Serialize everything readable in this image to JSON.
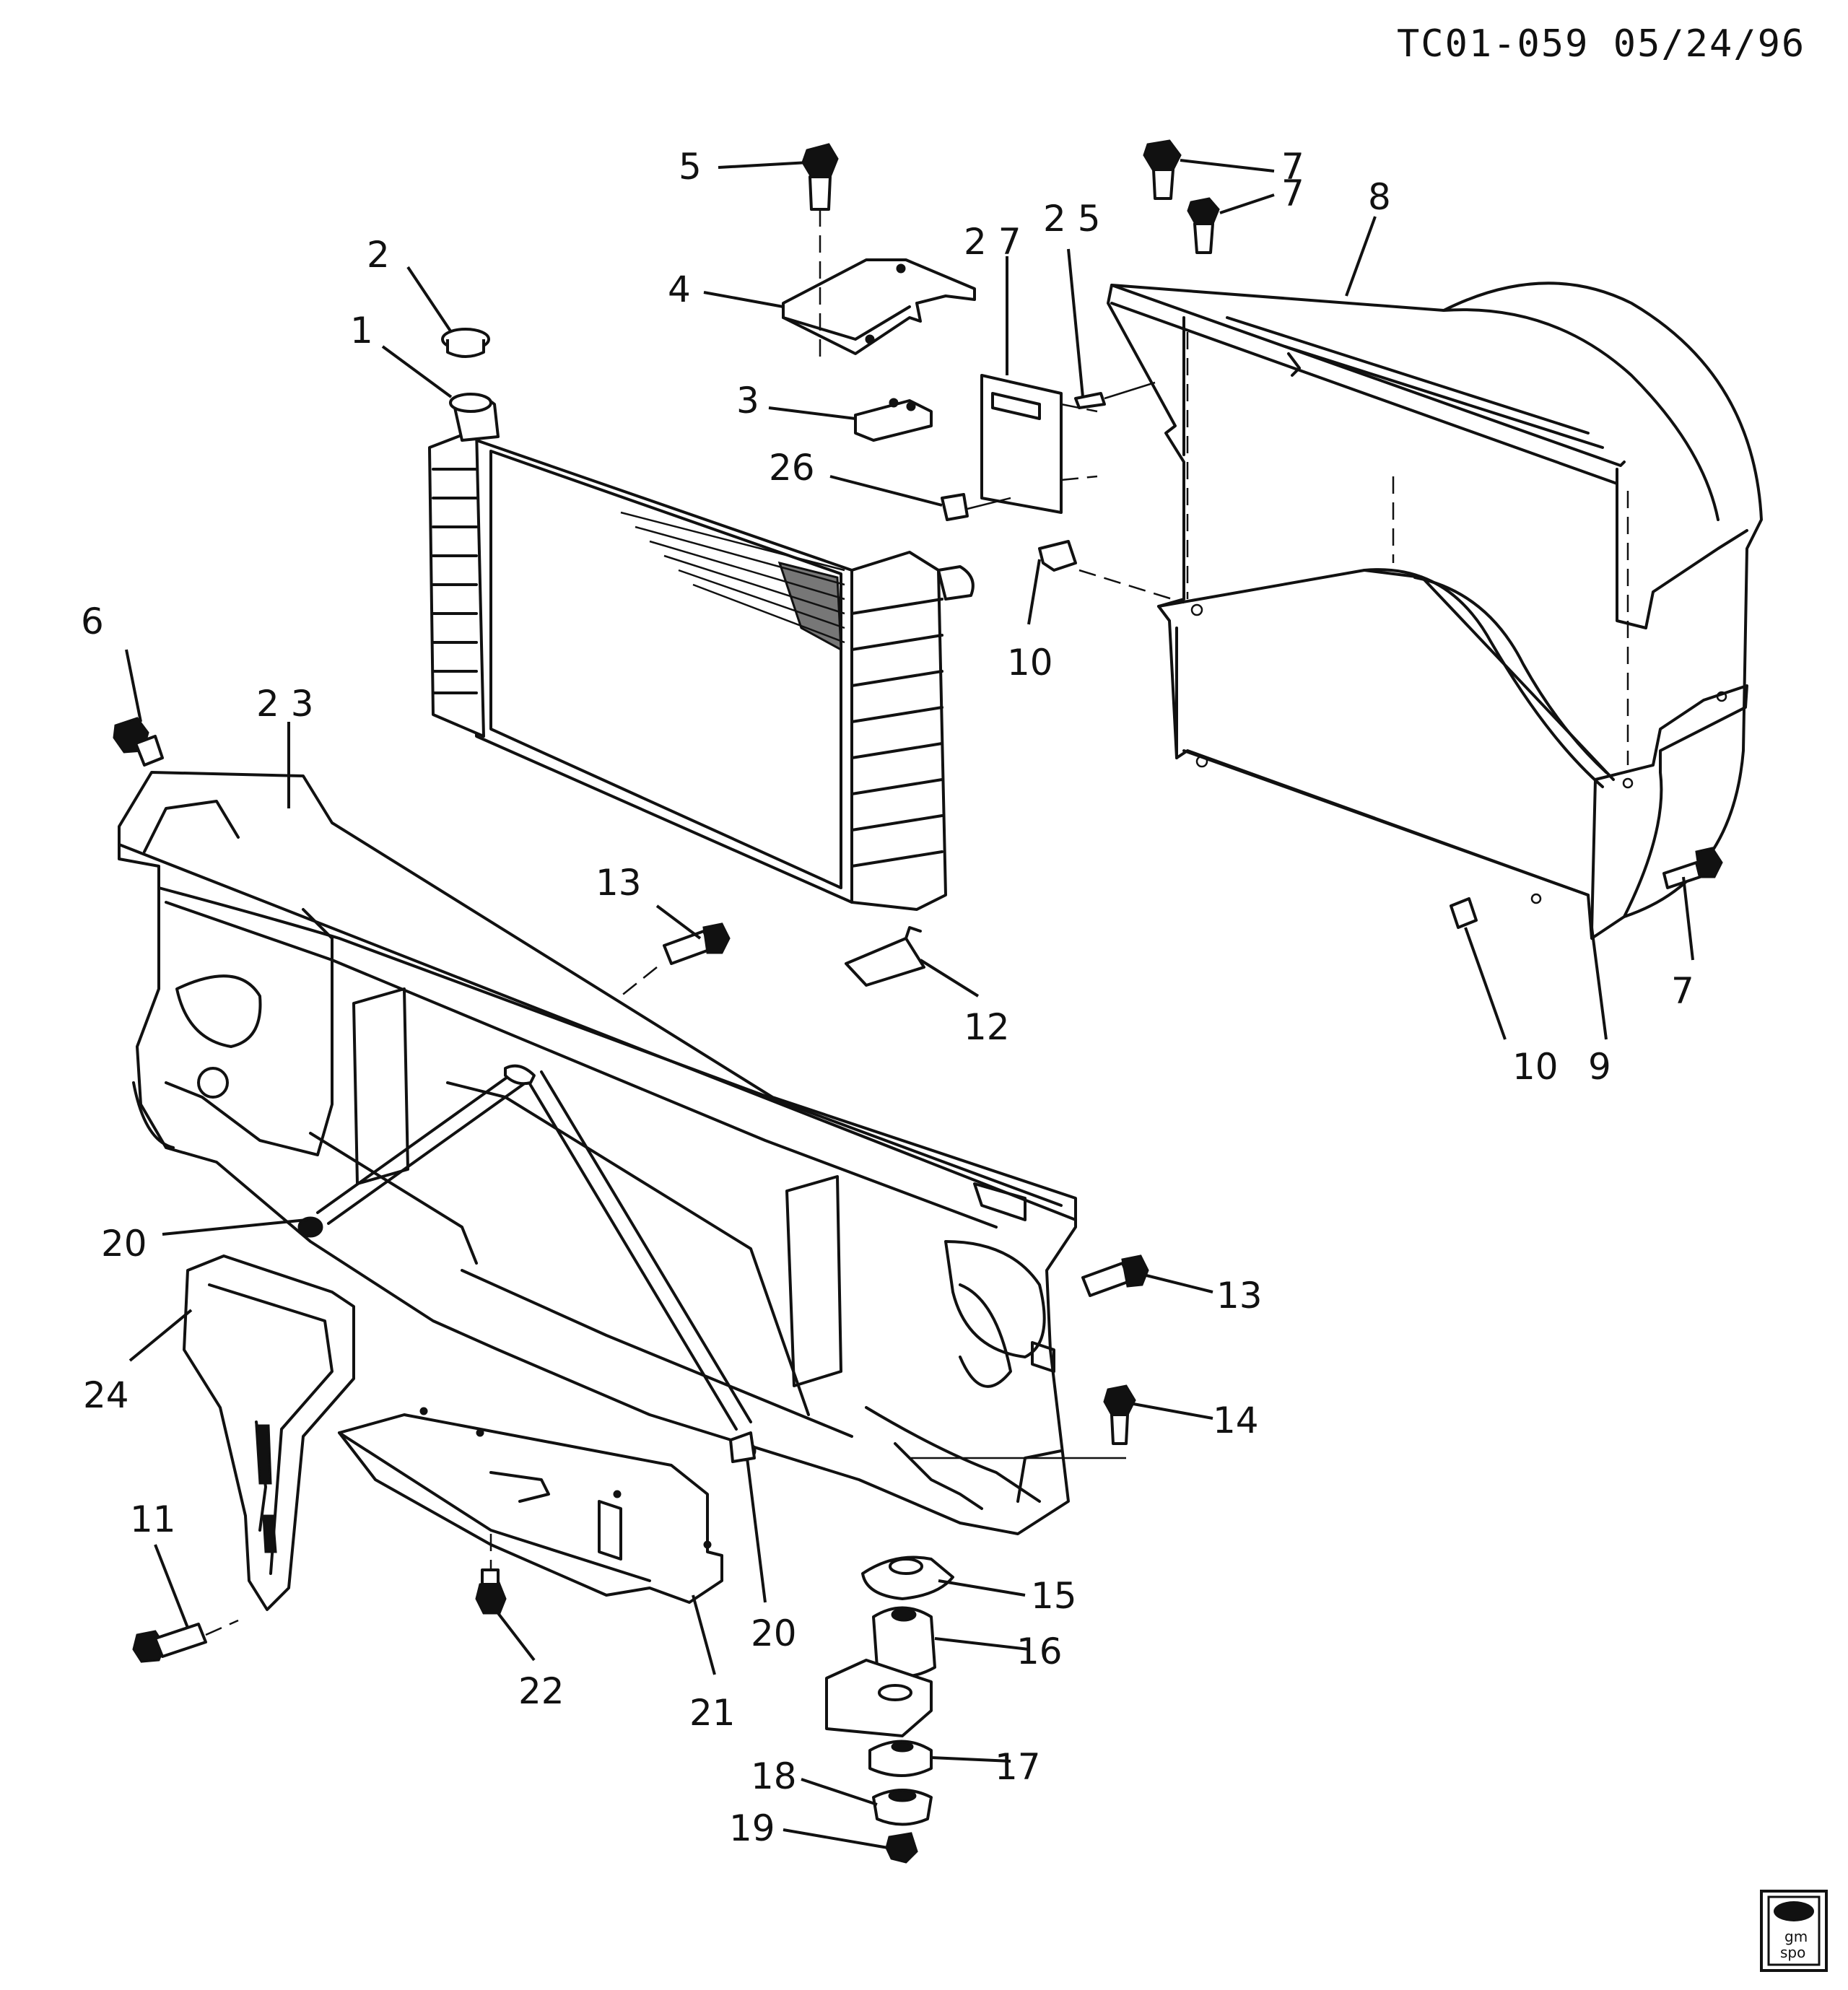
{
  "header": {
    "code": "TC01-059 05/24/96"
  },
  "logo": {
    "line1": "gm",
    "line2": "spo"
  },
  "callouts": [
    {
      "id": "c1",
      "text": "1"
    },
    {
      "id": "c2",
      "text": "2"
    },
    {
      "id": "c3",
      "text": "3"
    },
    {
      "id": "c4",
      "text": "4"
    },
    {
      "id": "c5",
      "text": "5"
    },
    {
      "id": "c6",
      "text": "6"
    },
    {
      "id": "c7a",
      "text": "7"
    },
    {
      "id": "c7b",
      "text": "7"
    },
    {
      "id": "c7c",
      "text": "7"
    },
    {
      "id": "c8",
      "text": "8"
    },
    {
      "id": "c9",
      "text": "9"
    },
    {
      "id": "c10a",
      "text": "10"
    },
    {
      "id": "c10b",
      "text": "10"
    },
    {
      "id": "c11",
      "text": "11"
    },
    {
      "id": "c12",
      "text": "12"
    },
    {
      "id": "c13a",
      "text": "13"
    },
    {
      "id": "c13b",
      "text": "13"
    },
    {
      "id": "c14",
      "text": "14"
    },
    {
      "id": "c15",
      "text": "15"
    },
    {
      "id": "c16",
      "text": "16"
    },
    {
      "id": "c17",
      "text": "17"
    },
    {
      "id": "c18",
      "text": "18"
    },
    {
      "id": "c19",
      "text": "19"
    },
    {
      "id": "c20a",
      "text": "20"
    },
    {
      "id": "c20b",
      "text": "20"
    },
    {
      "id": "c21",
      "text": "21"
    },
    {
      "id": "c22",
      "text": "22"
    },
    {
      "id": "c23",
      "text": "2 3"
    },
    {
      "id": "c24",
      "text": "24"
    },
    {
      "id": "c25",
      "text": "2 5"
    },
    {
      "id": "c26",
      "text": "26"
    },
    {
      "id": "c27",
      "text": "2 7"
    }
  ]
}
